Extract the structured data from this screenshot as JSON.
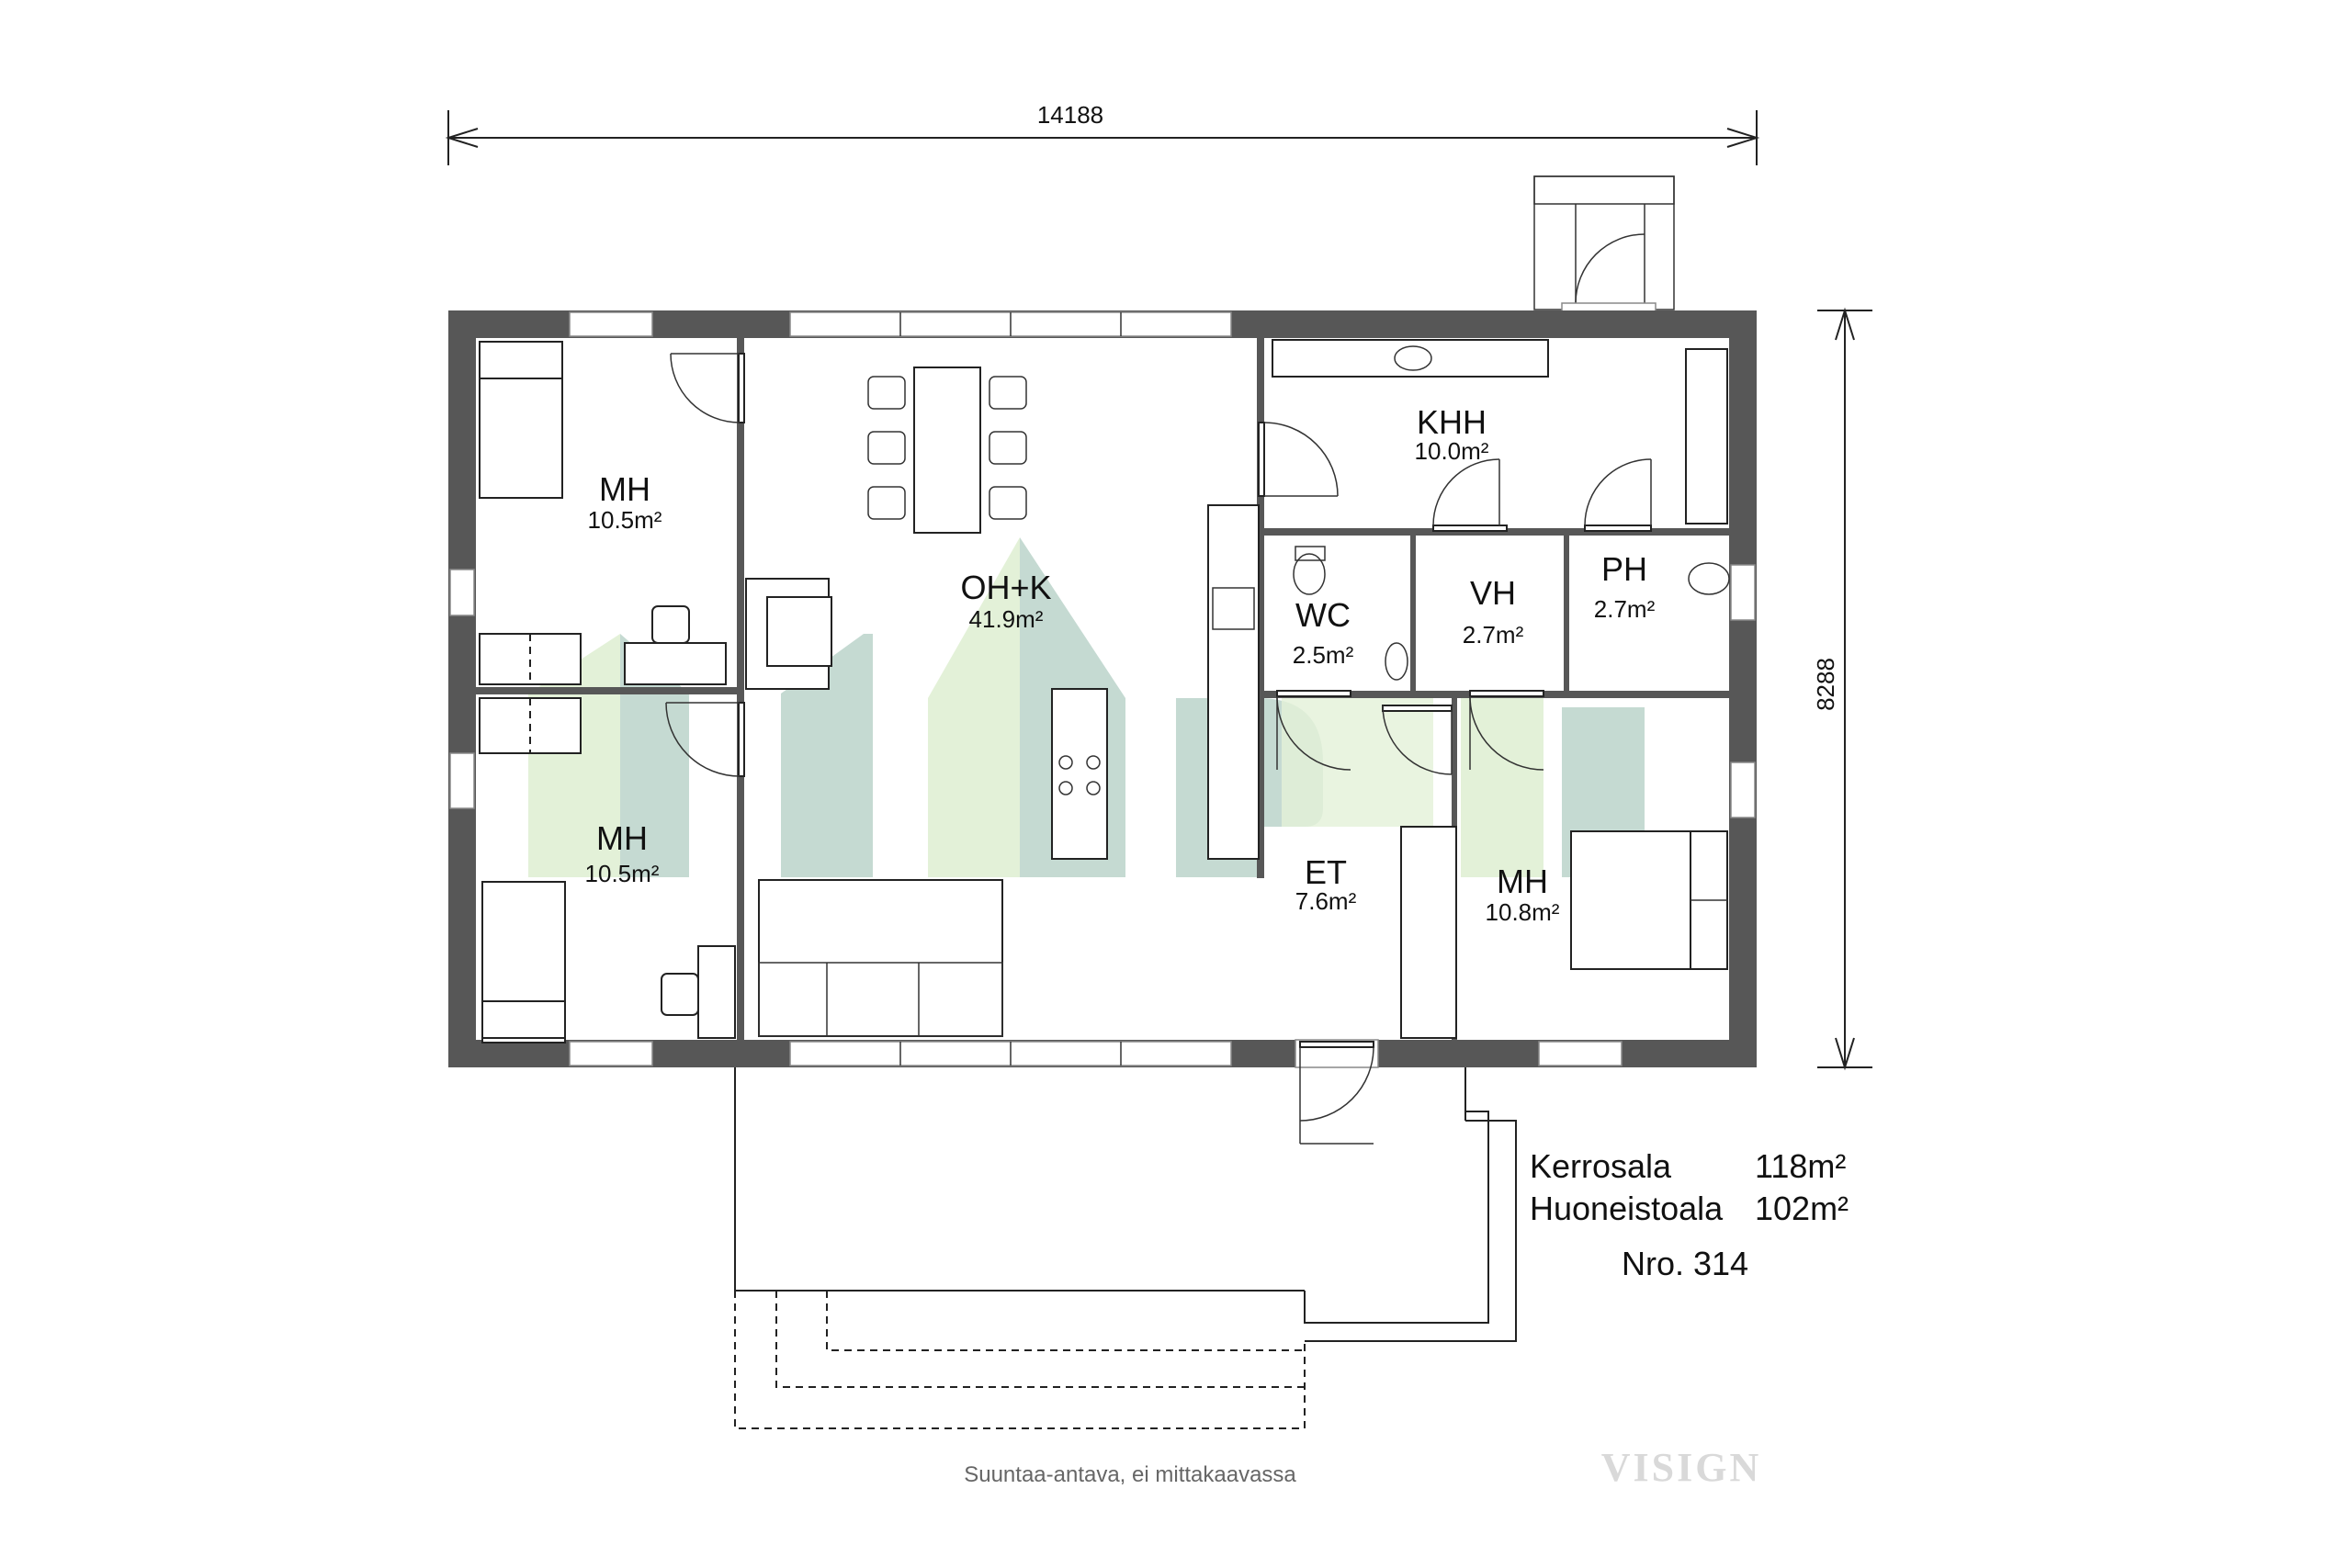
{
  "dimensions": {
    "width": "14188",
    "height": "8288"
  },
  "rooms": [
    {
      "name": "MH",
      "area": "10.5m²"
    },
    {
      "name": "MH",
      "area": "10.5m²"
    },
    {
      "name": "OH+K",
      "area": "41.9m²"
    },
    {
      "name": "KHH",
      "area": "10.0m²"
    },
    {
      "name": "WC",
      "area": "2.5m²"
    },
    {
      "name": "VH",
      "area": "2.7m²"
    },
    {
      "name": "PH",
      "area": "2.7m²"
    },
    {
      "name": "ET",
      "area": "7.6m²"
    },
    {
      "name": "MH",
      "area": "10.8m²"
    }
  ],
  "info": {
    "kerrosala_label": "Kerrosala",
    "kerrosala_value": "118m²",
    "huoneistoala_label": "Huoneistoala",
    "huoneistoala_value": "102m²",
    "number": "Nro. 314"
  },
  "note": "Suuntaa-antava, ei mittakaavassa",
  "watermark": "VISIGN",
  "colors": {
    "wall": "#575757",
    "logo_green": "#e3f1d8",
    "logo_teal": "#c5dad2"
  }
}
